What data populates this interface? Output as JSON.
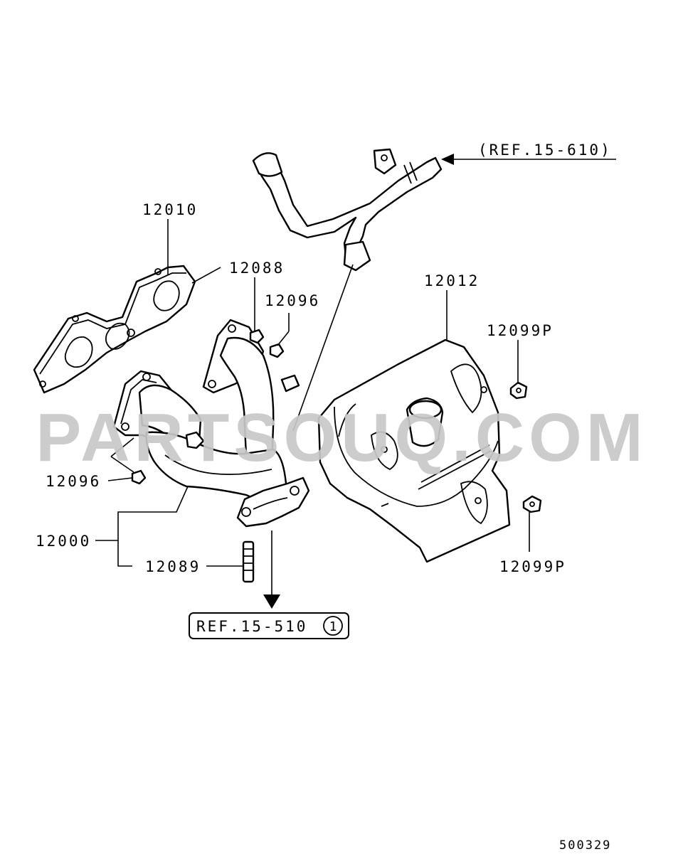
{
  "diagram": {
    "watermark": "PARTSOUQ.COM",
    "diagram_code": "500329",
    "colors": {
      "line": "#000000",
      "background": "#ffffff",
      "watermark": "#c8c8c8"
    },
    "callouts": {
      "c12010": "12010",
      "c12088": "12088",
      "c12096_top": "12096",
      "c12012": "12012",
      "c12099p_top": "12099P",
      "c12096_left": "12096",
      "c12000": "12000",
      "c12089": "12089",
      "c12099p_bottom": "12099P"
    },
    "references": {
      "ref_top": "(REF.15-610)",
      "ref_bottom": "REF.15-510",
      "ref_bottom_circle": "1"
    }
  }
}
